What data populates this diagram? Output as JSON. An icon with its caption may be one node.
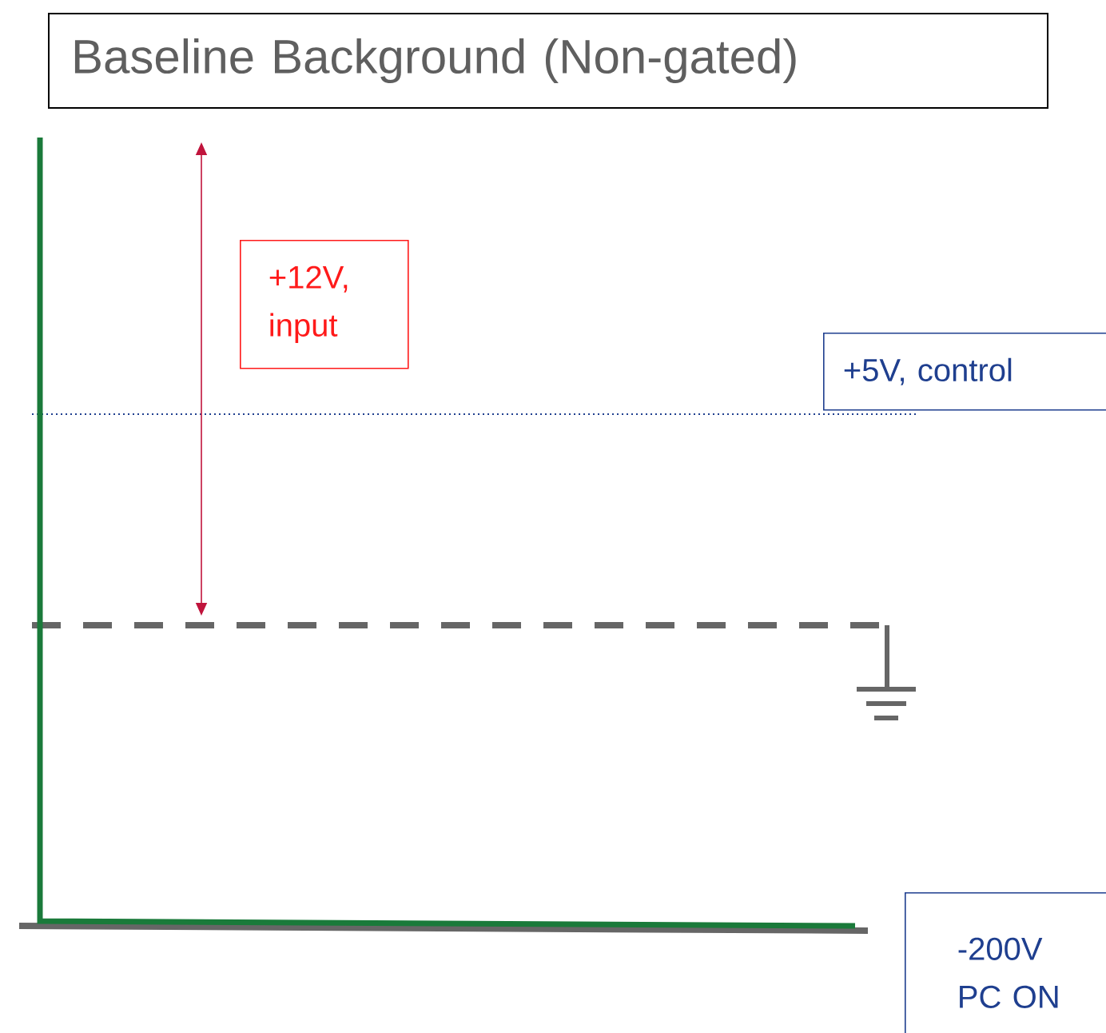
{
  "diagram": {
    "title": "Baseline Background (Non-gated)",
    "nodes": [
      {
        "text": [
          "+12V, input"
        ]
      },
      {
        "text": [
          "+5V, control"
        ]
      },
      {
        "text": [
          "-200V PC ON"
        ]
      }
    ]
  }
}
